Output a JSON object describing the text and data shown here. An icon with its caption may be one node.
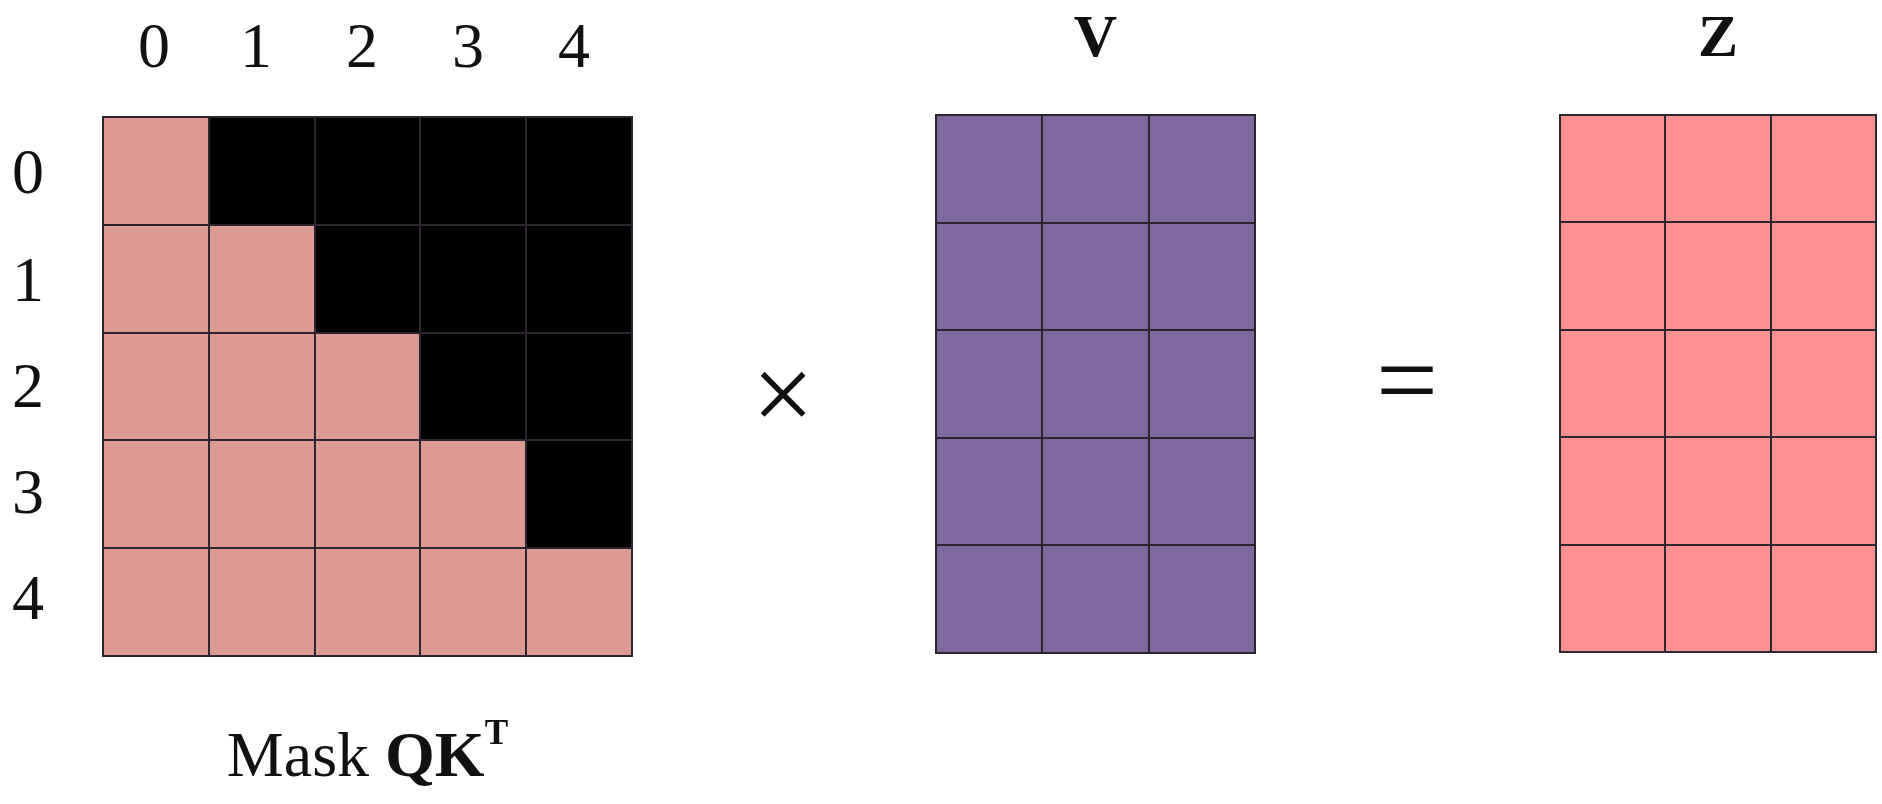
{
  "diagram": {
    "nodes": [
      {
        "text": [
          "Mask **QK**$^{T}$"
        ]
      },
      {
        "text": [
          "V"
        ]
      },
      {
        "text": [
          "Z"
        ]
      }
    ],
    "labels": [
      "0",
      "1",
      "2",
      "3",
      "4",
      "0",
      "1",
      "2",
      "3",
      "4",
      "×",
      "="
    ]
  }
}
